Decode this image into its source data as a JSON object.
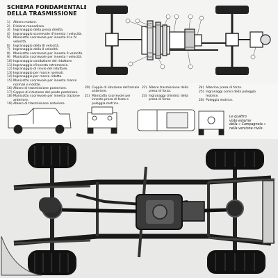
{
  "title": {
    "line1": "SCHEMA FONDAMENTALE",
    "line2": "DELLA TRASMISSIONE"
  },
  "legend": [
    {
      "n": "1)",
      "t": "Albero motore."
    },
    {
      "n": "2)",
      "t": "Frizione monodisco."
    },
    {
      "n": "3)",
      "t": "Ingranaggio della presa diretta."
    },
    {
      "n": "4)",
      "t": "Ingranaggio scorrevole d'innesto I velocità."
    },
    {
      "n": "5)",
      "t": "Manicotto scorrevole per innesto III e IV velocità."
    },
    {
      "n": "6)",
      "t": "Ingranaggio della III velocità."
    },
    {
      "n": "7)",
      "t": "Ingranaggio della II velocità."
    },
    {
      "n": "8)",
      "t": "Manicotto scorrevole per innesto II velocità."
    },
    {
      "n": "9)",
      "t": "Manicotto scorrevole per innesto I velocità."
    },
    {
      "n": "10)",
      "t": "Ingranaggio conduttore del riduttore."
    },
    {
      "n": "11)",
      "t": "Ingranaggio d'innesto retromarcia."
    },
    {
      "n": "12)",
      "t": "Ingranaggio di rinvio del riduttore."
    },
    {
      "n": "13)",
      "t": "Ingranaggio per marce normali."
    },
    {
      "n": "14)",
      "t": "Ingranaggio per marce ridotte."
    },
    {
      "n": "15)",
      "t": "Manicotto scorrevole per innesto marce normali e ridotte."
    },
    {
      "n": "16)",
      "t": "Albero di trasmissione posteriore."
    },
    {
      "n": "17)",
      "t": "Coppia di riduzione del ponte posteriore."
    },
    {
      "n": "18)",
      "t": "Manicotto scorrevole per innesto trazione anteriore."
    },
    {
      "n": "19)",
      "t": "Albero di trasmissione anteriore."
    }
  ],
  "legend_mid_a": [
    {
      "n": "20)",
      "t": "Coppia di riduzione dell'assale anteriore."
    },
    {
      "n": "21)",
      "t": "Manicotto scorrevole per innesto presa di forza e puleggia motrice."
    }
  ],
  "legend_mid_b": [
    {
      "n": "22)",
      "t": "Albero trasmissione della presa di forza."
    },
    {
      "n": "23)",
      "t": "Ingranaggi cilindrici della presa di forza."
    }
  ],
  "legend_mid_c": [
    {
      "n": "24)",
      "t": "Alberino presa di forza."
    },
    {
      "n": "25)",
      "t": "Ingranaggi conici della puleggia motrice."
    },
    {
      "n": "26)",
      "t": "Puleggia motrice."
    }
  ],
  "caption": [
    "Le quattro",
    "viste esterne",
    "della « Campagnola »",
    "nella versione civile."
  ]
}
